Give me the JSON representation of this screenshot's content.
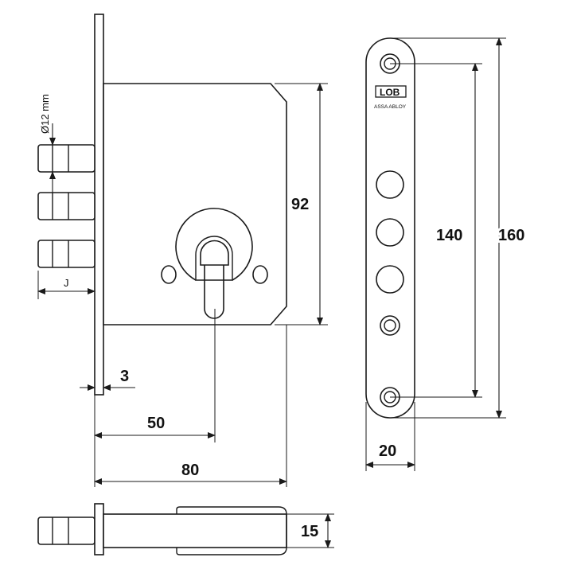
{
  "dimensions": {
    "bolt_diameter": "Ø12 mm",
    "bolt_projection": "J",
    "faceplate_thickness": "3",
    "backset": "50",
    "case_depth": "80",
    "case_height": "92",
    "screw_spacing": "140",
    "faceplate_length": "160",
    "faceplate_width": "20",
    "case_thickness": "15"
  },
  "brand": {
    "logo": "LOB",
    "company": "ASSA ABLOY"
  },
  "colors": {
    "line": "#1a1a1a",
    "background": "#ffffff"
  }
}
